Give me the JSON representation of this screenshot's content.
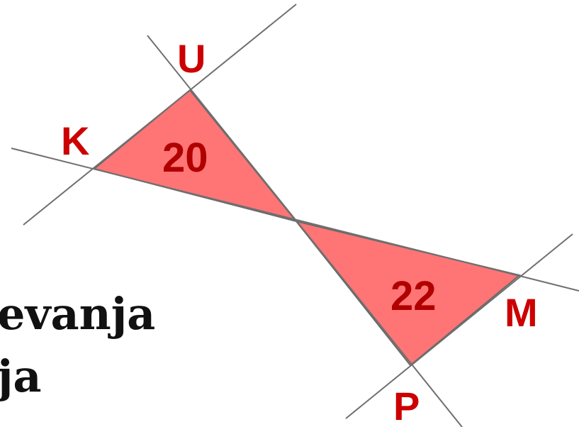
{
  "points": {
    "U": "U",
    "K": "K",
    "M": "M",
    "P": "P"
  },
  "areas": {
    "upper": "20",
    "lower": "22"
  },
  "caption": {
    "line1": "evanja",
    "line2": "ja"
  },
  "colors": {
    "fill": "#ff7575",
    "label": "#cc0000",
    "line": "#6f6f6f"
  }
}
